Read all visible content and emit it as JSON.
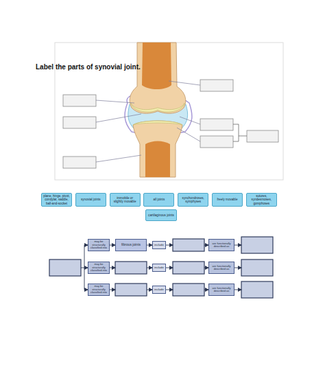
{
  "diagram": {
    "title": "Label the parts of synovial joint.",
    "nodes": [
      {
        "text": [
          "plane, hinge, pivot, condylar, saddle, ball-and-socket"
        ]
      },
      {
        "text": [
          "synovial joints"
        ]
      },
      {
        "text": [
          "immobile or slightly movable"
        ]
      },
      {
        "text": [
          "all joints"
        ]
      },
      {
        "text": [
          "synchondroses, symphyses"
        ]
      },
      {
        "text": [
          "freely movable"
        ]
      },
      {
        "text": [
          "sutures, syndesmoses, gomphoses"
        ]
      },
      {
        "text": [
          "cartilaginous joints"
        ]
      },
      {
        "text": [
          "may be structurally classified into"
        ]
      },
      {
        "text": [
          "fibrous joints"
        ]
      },
      {
        "text": [
          "include"
        ]
      },
      {
        "text": [
          "are functionally described as"
        ]
      },
      {
        "text": [
          "may be structurally classified into"
        ]
      },
      {
        "text": [
          "include"
        ]
      },
      {
        "text": [
          "are functionally described as"
        ]
      },
      {
        "text": [
          "may be structurally classified into"
        ]
      },
      {
        "text": [
          "include"
        ]
      },
      {
        "text": [
          "are functionally described as"
        ]
      }
    ],
    "edges": [
      {
        "from": 8,
        "to": 9,
        "arrow": "to"
      },
      {
        "from": 9,
        "to": 10,
        "arrow": "to"
      }
    ]
  }
}
